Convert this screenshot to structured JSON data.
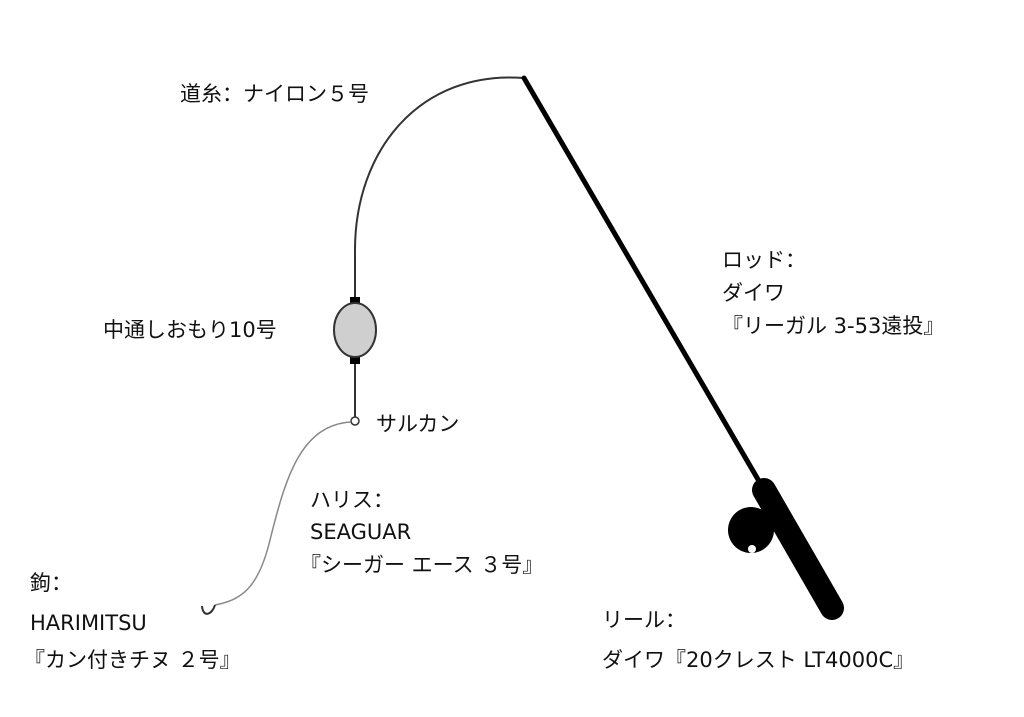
{
  "labels": {
    "main_line": "道糸：ナイロン５号",
    "rod": {
      "title": "ロッド：",
      "maker": "ダイワ",
      "model": "『リーガル 3-53遠投』"
    },
    "sinker": "中通しおもり10号",
    "swivel": "サルカン",
    "leader": {
      "title": "ハリス：",
      "maker": "SEAGUAR",
      "model": "『シーガー エース ３号』"
    },
    "hook": {
      "title": "鉤：",
      "maker": "HARIMITSU",
      "model": "『カン付きチヌ ２号』"
    },
    "reel": {
      "title": "リール：",
      "model": "ダイワ『20クレスト LT4000C』"
    }
  },
  "colors": {
    "line": "#333333",
    "sinker_fill": "#cfcfcf",
    "rod": "#000000",
    "leader": "#888888"
  }
}
